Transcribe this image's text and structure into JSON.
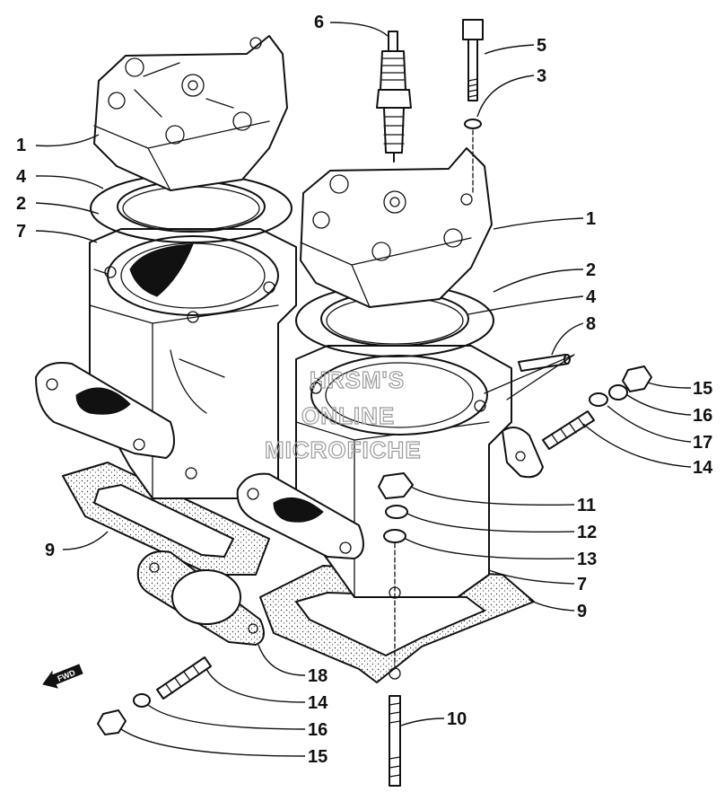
{
  "callouts": {
    "c1_left": "1",
    "c4_left": "4",
    "c2_left": "2",
    "c7_left": "7",
    "c9_left": "9",
    "c6": "6",
    "c5": "5",
    "c3": "3",
    "c1_right": "1",
    "c2_right": "2",
    "c4_right": "4",
    "c8": "8",
    "c15_right": "15",
    "c16_right": "16",
    "c17": "17",
    "c14_right": "14",
    "c11": "11",
    "c12": "12",
    "c13": "13",
    "c7_right": "7",
    "c9_right": "9",
    "c18": "18",
    "c14_bottom": "14",
    "c16_bottom": "16",
    "c15_bottom": "15",
    "c10": "10"
  },
  "watermark": {
    "line1": "HRSM'S",
    "line2": "ONLINE",
    "line3": "MICROFICHE"
  },
  "fwd_label": "FWD"
}
